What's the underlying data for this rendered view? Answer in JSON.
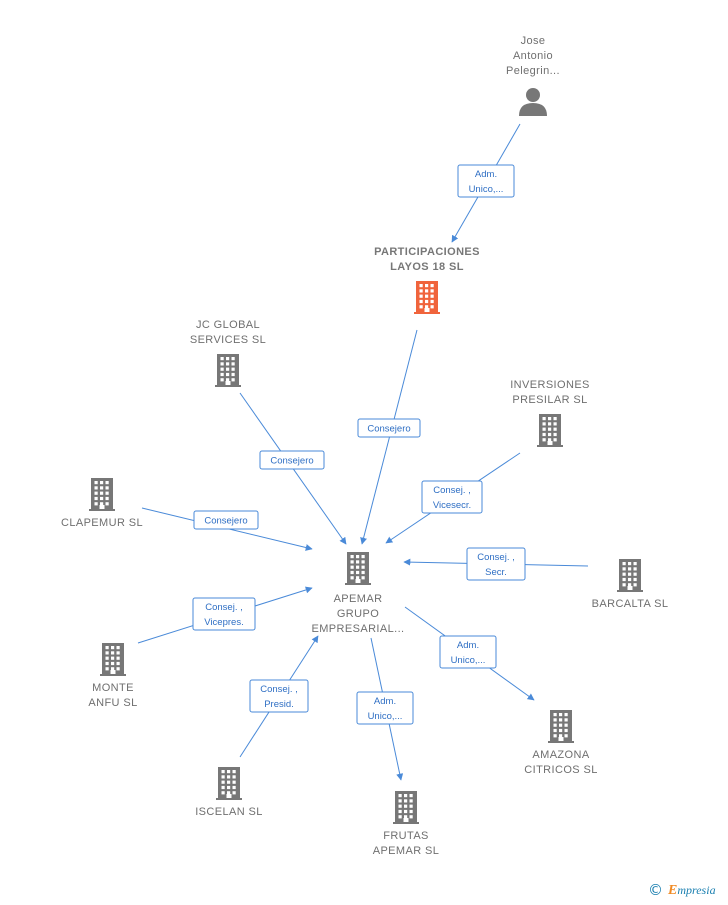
{
  "colors": {
    "edge": "#4a8ad8",
    "building": "#777777",
    "highlight": "#f0643c",
    "person": "#777777"
  },
  "nodes": [
    {
      "id": "jose",
      "kind": "person",
      "lines": [
        "Jose",
        "Antonio",
        "Pelegrin..."
      ]
    },
    {
      "id": "participaciones",
      "kind": "company-highlight",
      "lines": [
        "PARTICIPACIONES",
        "LAYOS 18  SL"
      ]
    },
    {
      "id": "jcglobal",
      "kind": "company",
      "lines": [
        "JC GLOBAL",
        "SERVICES  SL"
      ]
    },
    {
      "id": "inversiones",
      "kind": "company",
      "lines": [
        "INVERSIONES",
        "PRESILAR  SL"
      ]
    },
    {
      "id": "clapemur",
      "kind": "company",
      "lines": [
        "CLAPEMUR  SL"
      ]
    },
    {
      "id": "apemar",
      "kind": "company",
      "lines": [
        "APEMAR",
        "GRUPO",
        "EMPRESARIAL..."
      ]
    },
    {
      "id": "barcalta",
      "kind": "company",
      "lines": [
        "BARCALTA  SL"
      ]
    },
    {
      "id": "monte",
      "kind": "company",
      "lines": [
        "MONTE",
        "ANFU  SL"
      ]
    },
    {
      "id": "amazona",
      "kind": "company",
      "lines": [
        "AMAZONA",
        "CITRICOS  SL"
      ]
    },
    {
      "id": "iscelan",
      "kind": "company",
      "lines": [
        "ISCELAN  SL"
      ]
    },
    {
      "id": "frutas",
      "kind": "company",
      "lines": [
        "FRUTAS",
        "APEMAR SL"
      ]
    }
  ],
  "edges": [
    {
      "id": "jose-participaciones",
      "lines": [
        "Adm.",
        "Unico,..."
      ]
    },
    {
      "id": "participaciones-apemar",
      "lines": [
        "Consejero"
      ]
    },
    {
      "id": "jcglobal-apemar",
      "lines": [
        "Consejero"
      ]
    },
    {
      "id": "inversiones-apemar",
      "lines": [
        "Consej. ,",
        "Vicesecr."
      ]
    },
    {
      "id": "clapemur-apemar",
      "lines": [
        "Consejero"
      ]
    },
    {
      "id": "barcalta-apemar",
      "lines": [
        "Consej. ,",
        "Secr."
      ]
    },
    {
      "id": "monte-apemar",
      "lines": [
        "Consej. ,",
        "Vicepres."
      ]
    },
    {
      "id": "apemar-amazona",
      "lines": [
        "Adm.",
        "Unico,..."
      ]
    },
    {
      "id": "iscelan-apemar",
      "lines": [
        "Consej. ,",
        "Presid."
      ]
    },
    {
      "id": "apemar-frutas",
      "lines": [
        "Adm.",
        "Unico,..."
      ]
    }
  ],
  "footer": {
    "copyright_symbol": "©",
    "brand_initial": "E",
    "brand_rest": "mpresia"
  }
}
